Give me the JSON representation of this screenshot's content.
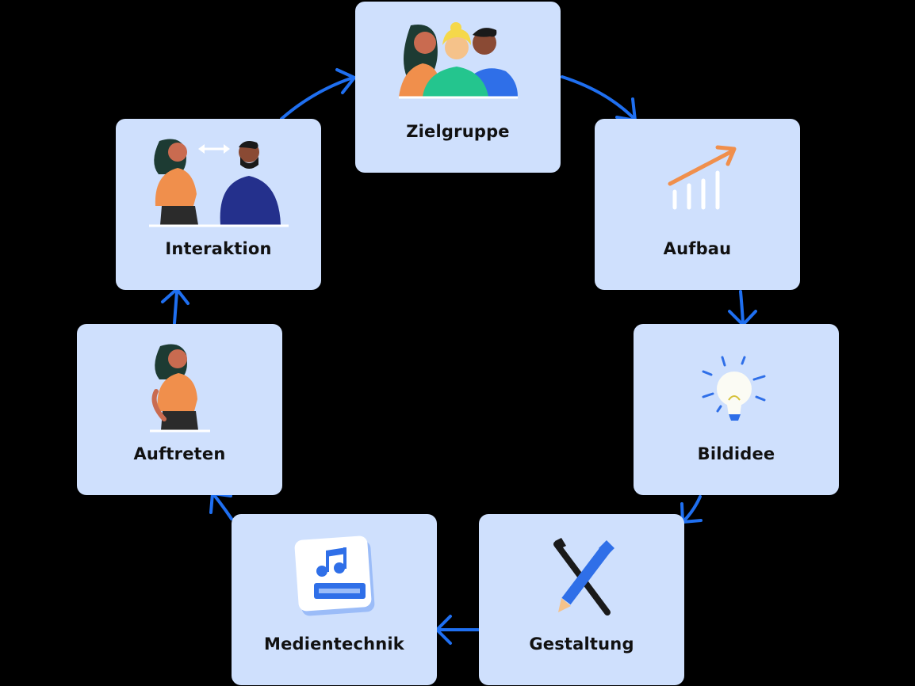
{
  "diagram": {
    "type": "cycle",
    "steps": [
      {
        "id": "zielgruppe",
        "label": "Zielgruppe",
        "icon": "people-group-icon"
      },
      {
        "id": "aufbau",
        "label": "Aufbau",
        "icon": "growth-chart-icon"
      },
      {
        "id": "bildidee",
        "label": "Bildidee",
        "icon": "lightbulb-icon"
      },
      {
        "id": "gestaltung",
        "label": "Gestaltung",
        "icon": "pen-pencil-icon"
      },
      {
        "id": "medientechnik",
        "label": "Medientechnik",
        "icon": "music-document-icon"
      },
      {
        "id": "auftreten",
        "label": "Auftreten",
        "icon": "woman-standing-icon"
      },
      {
        "id": "interaktion",
        "label": "Interaktion",
        "icon": "two-people-interaction-icon"
      }
    ],
    "colors": {
      "background": "#000000",
      "card": "#cfe0fd",
      "arrow": "#1f6ff0",
      "label": "#111111",
      "accent_orange": "#f08f4c",
      "accent_blue": "#2f6fe8"
    }
  }
}
